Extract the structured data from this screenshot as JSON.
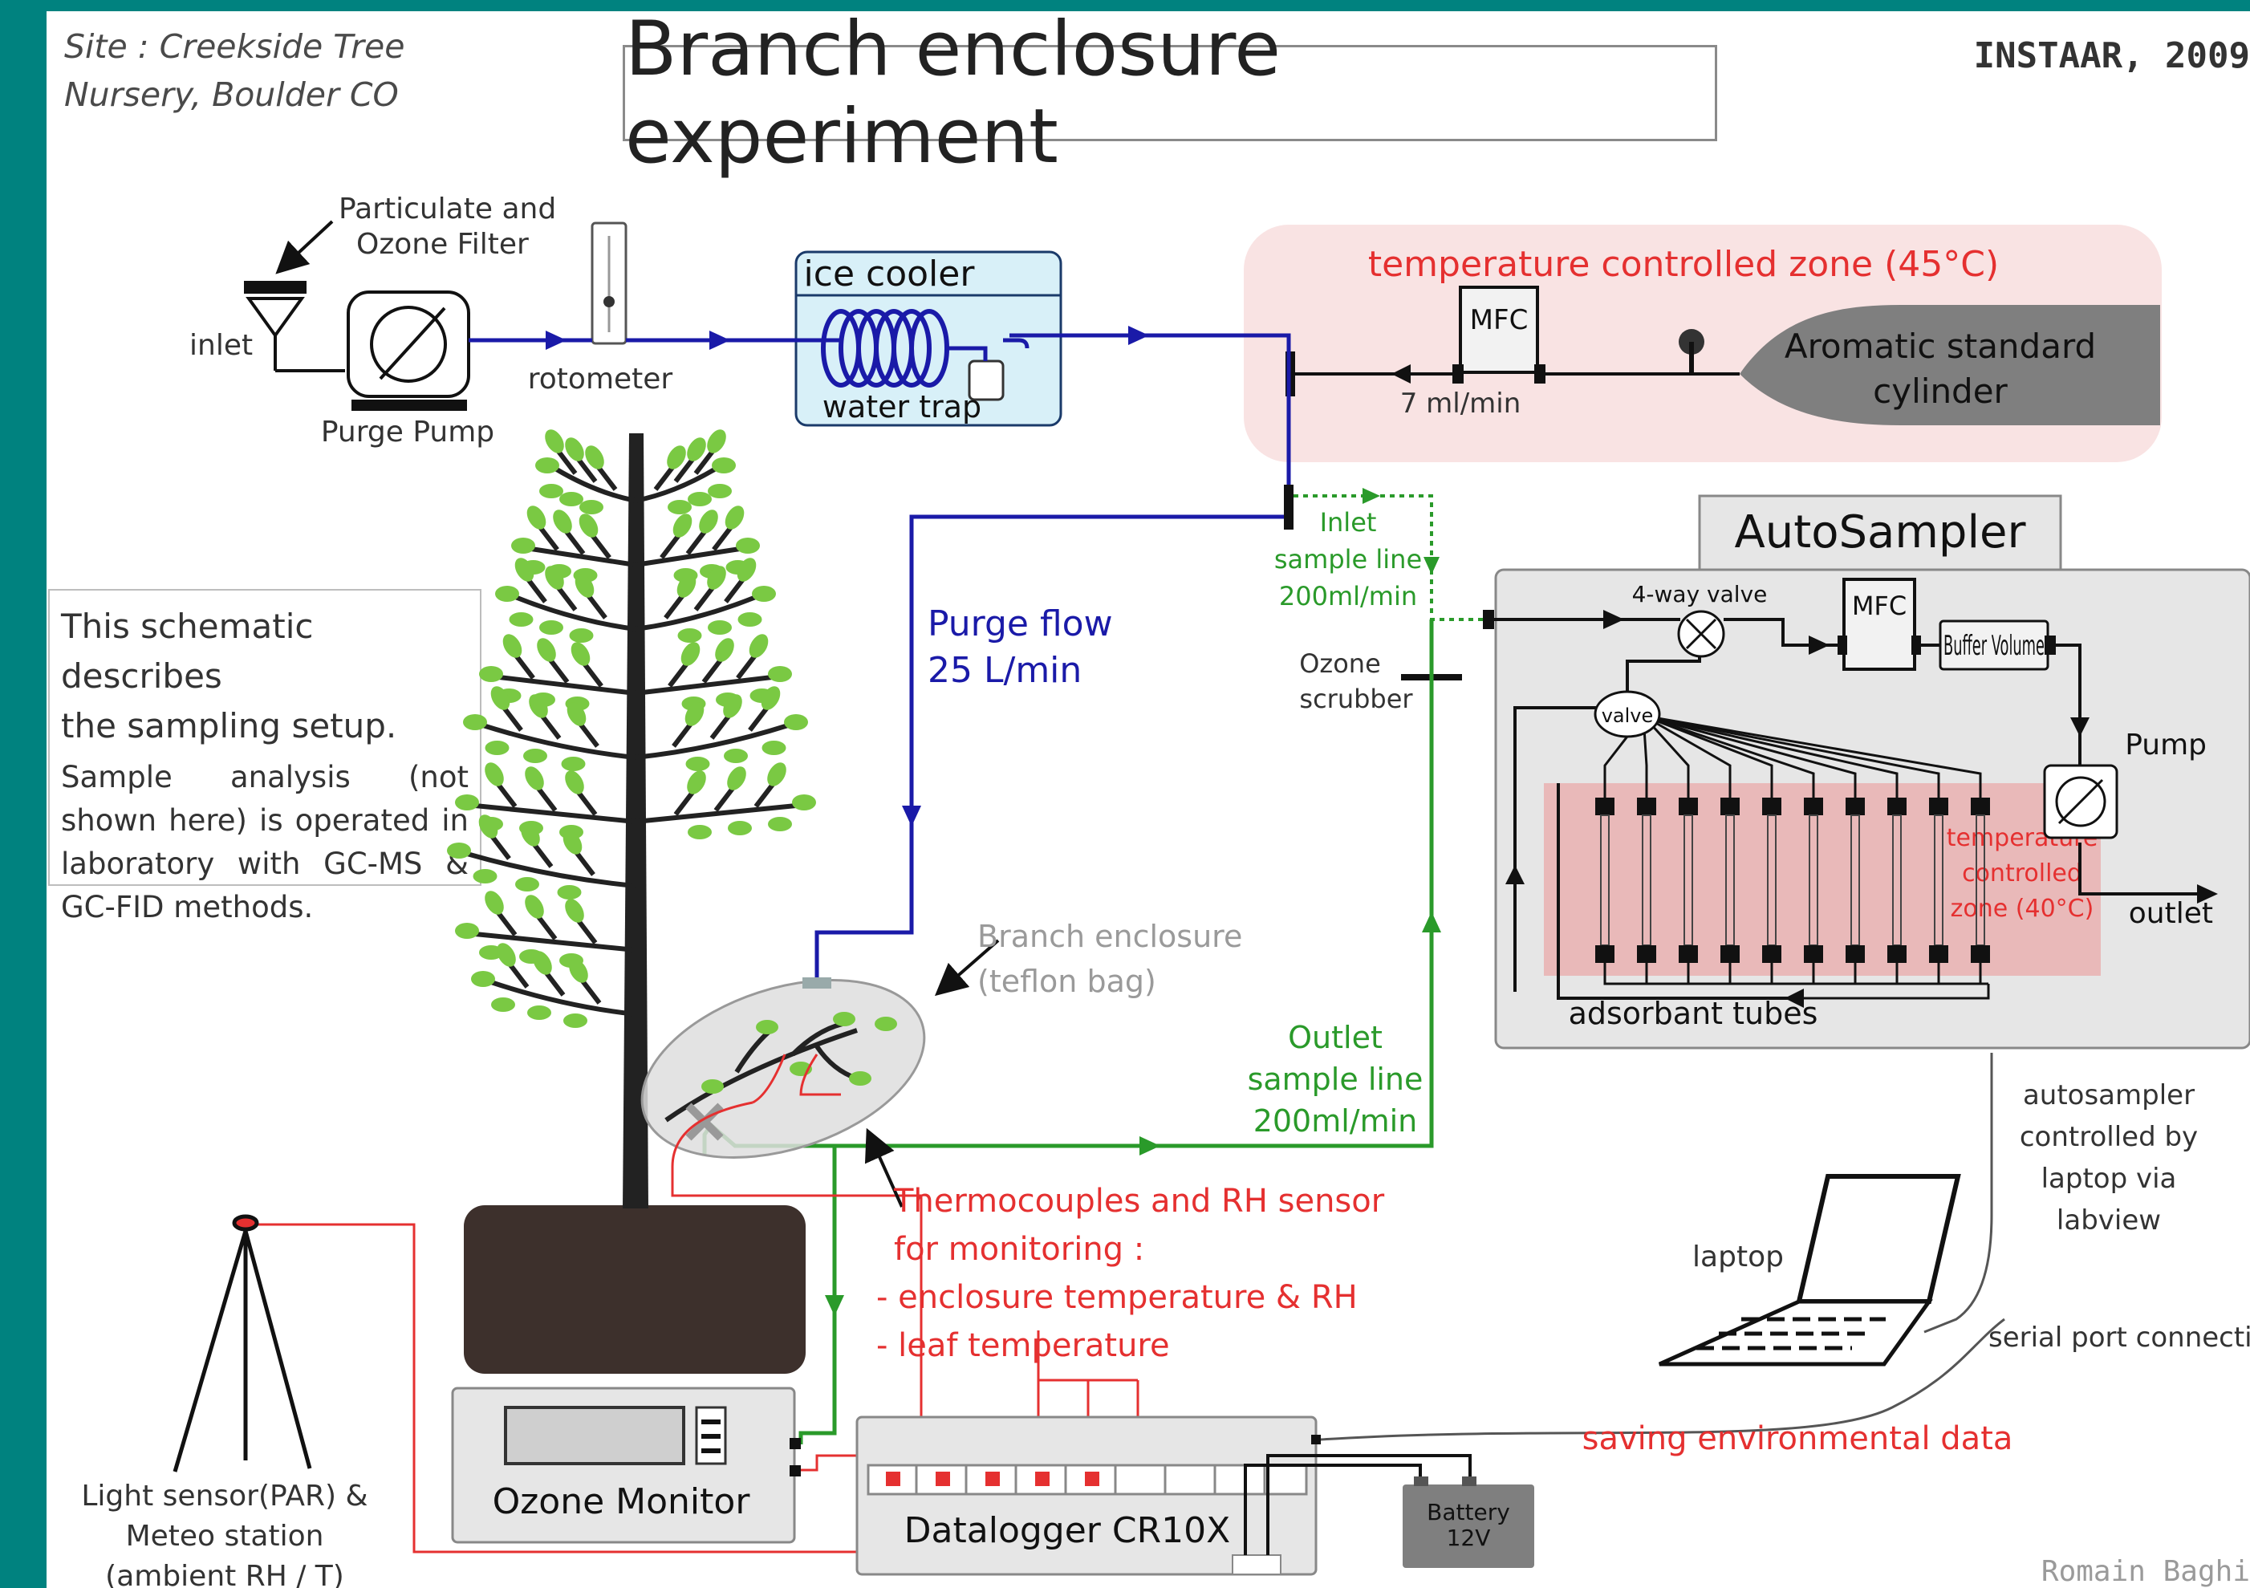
{
  "header": {
    "site_line1": "Site : Creekside Tree",
    "site_line2": "Nursery, Boulder CO",
    "title": "Branch enclosure experiment",
    "credit": "INSTAAR, 2009",
    "author": "Romain Baghi"
  },
  "description": {
    "lead_line1": "This schematic describes",
    "lead_line2": "the sampling setup.",
    "body": "Sample analysis (not shown here) is operated in laboratory with GC-MS & GC-FID methods."
  },
  "labels": {
    "filter_line1": "Particulate and",
    "filter_line2": "Ozone Filter",
    "inlet": "inlet",
    "rotometer": "rotometer",
    "purge_pump": "Purge Pump",
    "ice_cooler": "ice cooler",
    "water_trap": "water trap",
    "temp_zone_45": "temperature controlled zone (45°C)",
    "mfc": "MFC",
    "flow_7": "7 ml/min",
    "cylinder_line1": "Aromatic standard",
    "cylinder_line2": "cylinder",
    "autosampler": "AutoSampler",
    "inlet_sample_line1": "Inlet",
    "inlet_sample_line2": "sample line",
    "inlet_sample_line3": "200ml/min",
    "four_way_valve": "4-way valve",
    "buffer_volume": "Buffer Volume",
    "pump": "Pump",
    "valve": "valve",
    "temp_zone_40_line1": "temperature",
    "temp_zone_40_line2": "controlled",
    "temp_zone_40_line3": "zone (40°C)",
    "outlet": "outlet",
    "adsorbant_tubes": "adsorbant tubes",
    "purge_flow_line1": "Purge flow",
    "purge_flow_line2": "25 L/min",
    "ozone_scrubber_line1": "Ozone",
    "ozone_scrubber_line2": "scrubber",
    "branch_enclosure_line1": "Branch enclosure",
    "branch_enclosure_line2": "(teflon bag)",
    "outlet_sample_line1": "Outlet",
    "outlet_sample_line2": "sample line",
    "outlet_sample_line3": "200ml/min",
    "thermo_line1": "Thermocouples and RH sensor",
    "thermo_line2": "for monitoring :",
    "thermo_line3": "- enclosure temperature & RH",
    "thermo_line4": "- leaf temperature",
    "autosampler_ctrl_line1": "autosampler",
    "autosampler_ctrl_line2": "controlled by",
    "autosampler_ctrl_line3": "laptop via",
    "autosampler_ctrl_line4": "labview",
    "laptop": "laptop",
    "serial_port": "serial port connection",
    "saving_data": "saving environmental data",
    "light_line1": "Light sensor(PAR) &",
    "light_line2": "Meteo station",
    "light_line3": "(ambient RH / T)",
    "ozone_monitor": "Ozone Monitor",
    "datalogger": "Datalogger CR10X",
    "battery_line1": "Battery",
    "battery_line2": "12V"
  },
  "colors": {
    "purge_line": "#1a1aa8",
    "sample_line": "#2a9a2a",
    "sensor_line": "#e53030",
    "leaf": "#7ac943",
    "zone_fill": "#f9e3e3",
    "zone_text": "#e53030",
    "equipment": "#7a7a7a"
  }
}
